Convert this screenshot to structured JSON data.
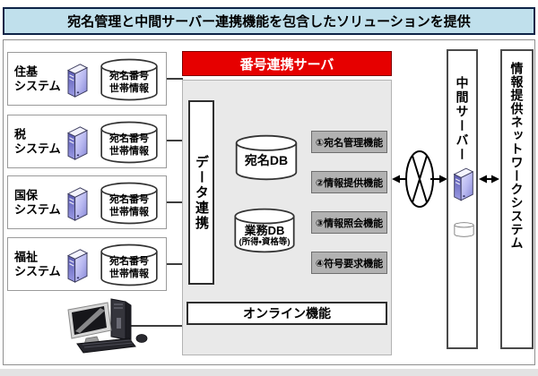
{
  "title": "宛名管理と中間サーバー連携機能を包含したソリューションを提供",
  "left_systems": [
    {
      "label": "住基\nシステム",
      "db": "宛名番号\n世帯情報"
    },
    {
      "label": "税\nシステム",
      "db": "宛名番号\n世帯情報"
    },
    {
      "label": "国保\nシステム",
      "db": "宛名番号\n世帯情報"
    },
    {
      "label": "福祉\nシステム",
      "db": "宛名番号\n世帯情報"
    }
  ],
  "number_link_server": {
    "title": "番号連携サーバ",
    "data_linkage_label": "データ連携",
    "atena_db_label": "宛名DB",
    "gyomu_db_label": "業務DB",
    "gyomu_db_note": "(所得・資格等)",
    "functions": [
      "①宛名管理機能",
      "②情報提供機能",
      "③情報照会機能",
      "④符号要求機能"
    ],
    "online_label": "オンライン機能"
  },
  "intermediate_server_label": "中間サーバー",
  "network_system_label": "情報提供ネットワークシステム",
  "icons": {
    "server-icon": "3d tower server (purple clipart)",
    "database-icon": "white database cylinder",
    "small-database-icon": "small database cylinder",
    "desktop-pc-icon": "desktop computer with monitor, tower, keyboard, mouse",
    "network-icon": "ellipse with crossed chords (WAN symbol)"
  },
  "colors": {
    "title_bg": "#c0e0ec",
    "title_border": "#0d2347",
    "header_red": "#e60000",
    "panel_gray": "#e9e9e9",
    "function_box_gray": "#b2b2b2",
    "server_purple": "#8888d8"
  }
}
